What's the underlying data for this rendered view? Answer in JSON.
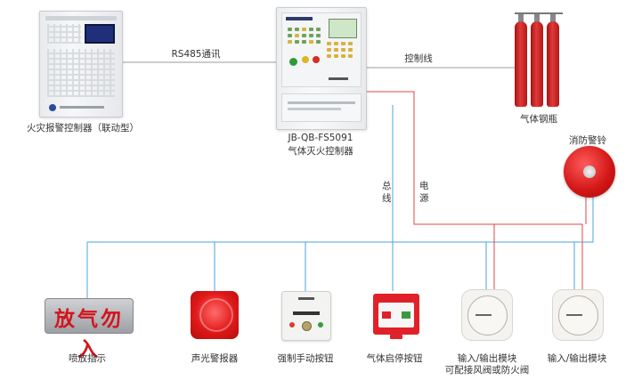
{
  "labels": {
    "main_panel": "火灾报警控制器（联动型）",
    "link_rs485": "RS485通讯",
    "extinguish_model": "JB-QB-FS5091",
    "extinguish_name": "气体灭火控制器",
    "link_control": "控制线",
    "cylinders": "气体钢瓶",
    "bell": "消防警铃",
    "bus_line": [
      "总",
      "线"
    ],
    "power_line": [
      "电",
      "源"
    ],
    "sign_device": "喷放指示",
    "strobe_device": "声光警报器",
    "manual_button": "强制手动按钮",
    "start_stop_button": "气体启停按钮",
    "io_module_1_line1": "输入/输出模块",
    "io_module_1_line2": "可配接风阀或防火阀",
    "io_module_2": "输入/输出模块"
  },
  "sign_text": "放气勿入",
  "colors": {
    "bus_wire": "#4aa6dc",
    "power_wire": "#e0444a",
    "control_wire": "#9a9a9a"
  }
}
